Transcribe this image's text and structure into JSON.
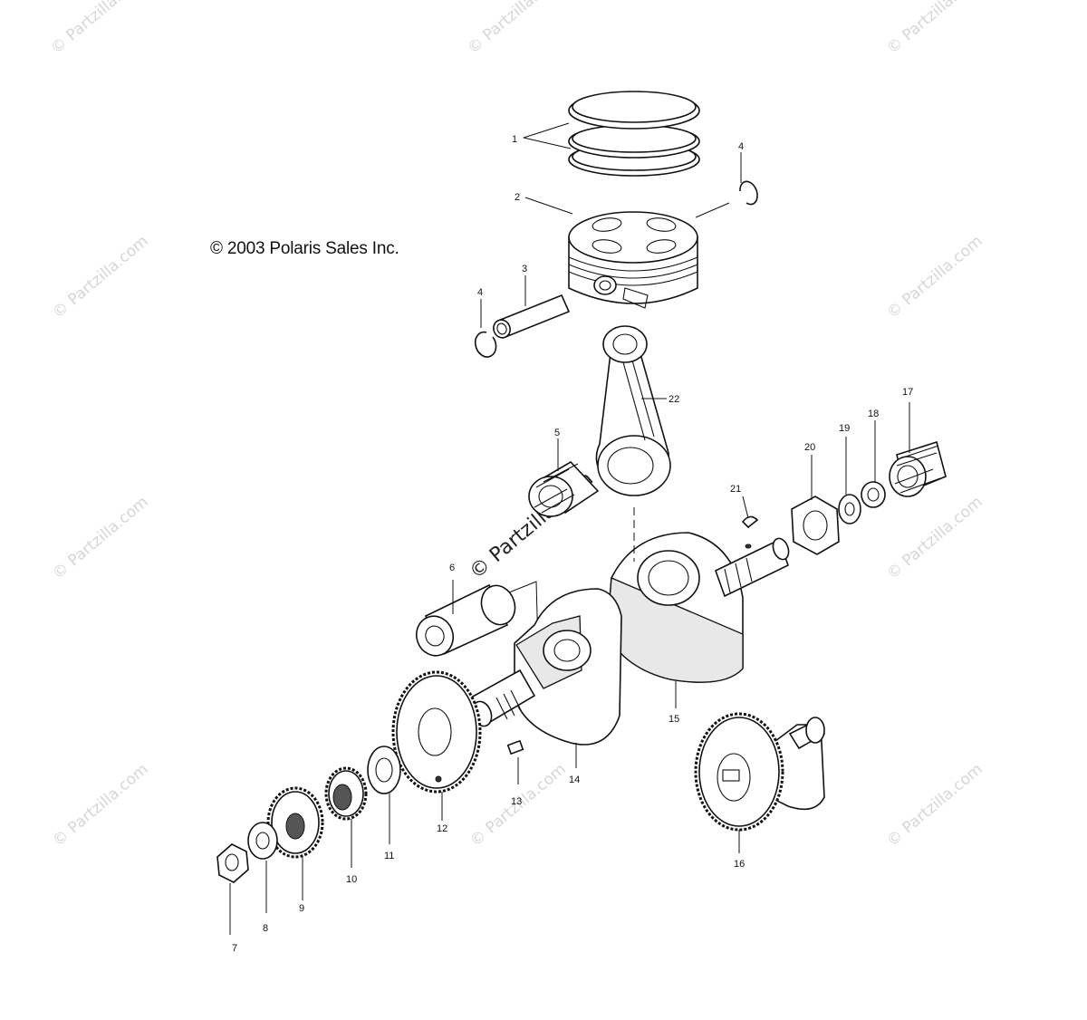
{
  "copyright": "© 2003 Polaris Sales Inc.",
  "watermark": "© Partzilla.com",
  "callouts": {
    "c1": "1",
    "c2": "2",
    "c3": "3",
    "c4a": "4",
    "c4b": "4",
    "c5": "5",
    "c6": "6",
    "c7": "7",
    "c8": "8",
    "c9": "9",
    "c10": "10",
    "c11": "11",
    "c12": "12",
    "c13": "13",
    "c14": "14",
    "c15": "15",
    "c16": "16",
    "c17": "17",
    "c18": "18",
    "c19": "19",
    "c20": "20",
    "c21": "21",
    "c22": "22"
  },
  "parts": [
    {
      "callout": "1",
      "icon": "piston-rings-icon"
    },
    {
      "callout": "2",
      "icon": "piston-icon"
    },
    {
      "callout": "3",
      "icon": "piston-pin-icon"
    },
    {
      "callout": "4",
      "icon": "circlip-icon"
    },
    {
      "callout": "5",
      "icon": "needle-bearing-icon"
    },
    {
      "callout": "6",
      "icon": "crank-pin-icon"
    },
    {
      "callout": "7",
      "icon": "nut-icon"
    },
    {
      "callout": "8",
      "icon": "washer-icon"
    },
    {
      "callout": "9",
      "icon": "gear-icon"
    },
    {
      "callout": "10",
      "icon": "gear-icon"
    },
    {
      "callout": "11",
      "icon": "washer-icon"
    },
    {
      "callout": "12",
      "icon": "gear-icon"
    },
    {
      "callout": "13",
      "icon": "pin-icon"
    },
    {
      "callout": "14",
      "icon": "crank-half-icon"
    },
    {
      "callout": "15",
      "icon": "crank-half-icon"
    },
    {
      "callout": "16",
      "icon": "balancer-shaft-icon"
    },
    {
      "callout": "17",
      "icon": "bearing-icon"
    },
    {
      "callout": "18",
      "icon": "bushing-icon"
    },
    {
      "callout": "19",
      "icon": "washer-icon"
    },
    {
      "callout": "20",
      "icon": "nut-icon"
    },
    {
      "callout": "21",
      "icon": "woodruff-key-icon"
    },
    {
      "callout": "22",
      "icon": "connecting-rod-icon"
    }
  ],
  "colors": {
    "line": "#111111",
    "watermark": "#d6d6d6",
    "background": "#ffffff"
  }
}
